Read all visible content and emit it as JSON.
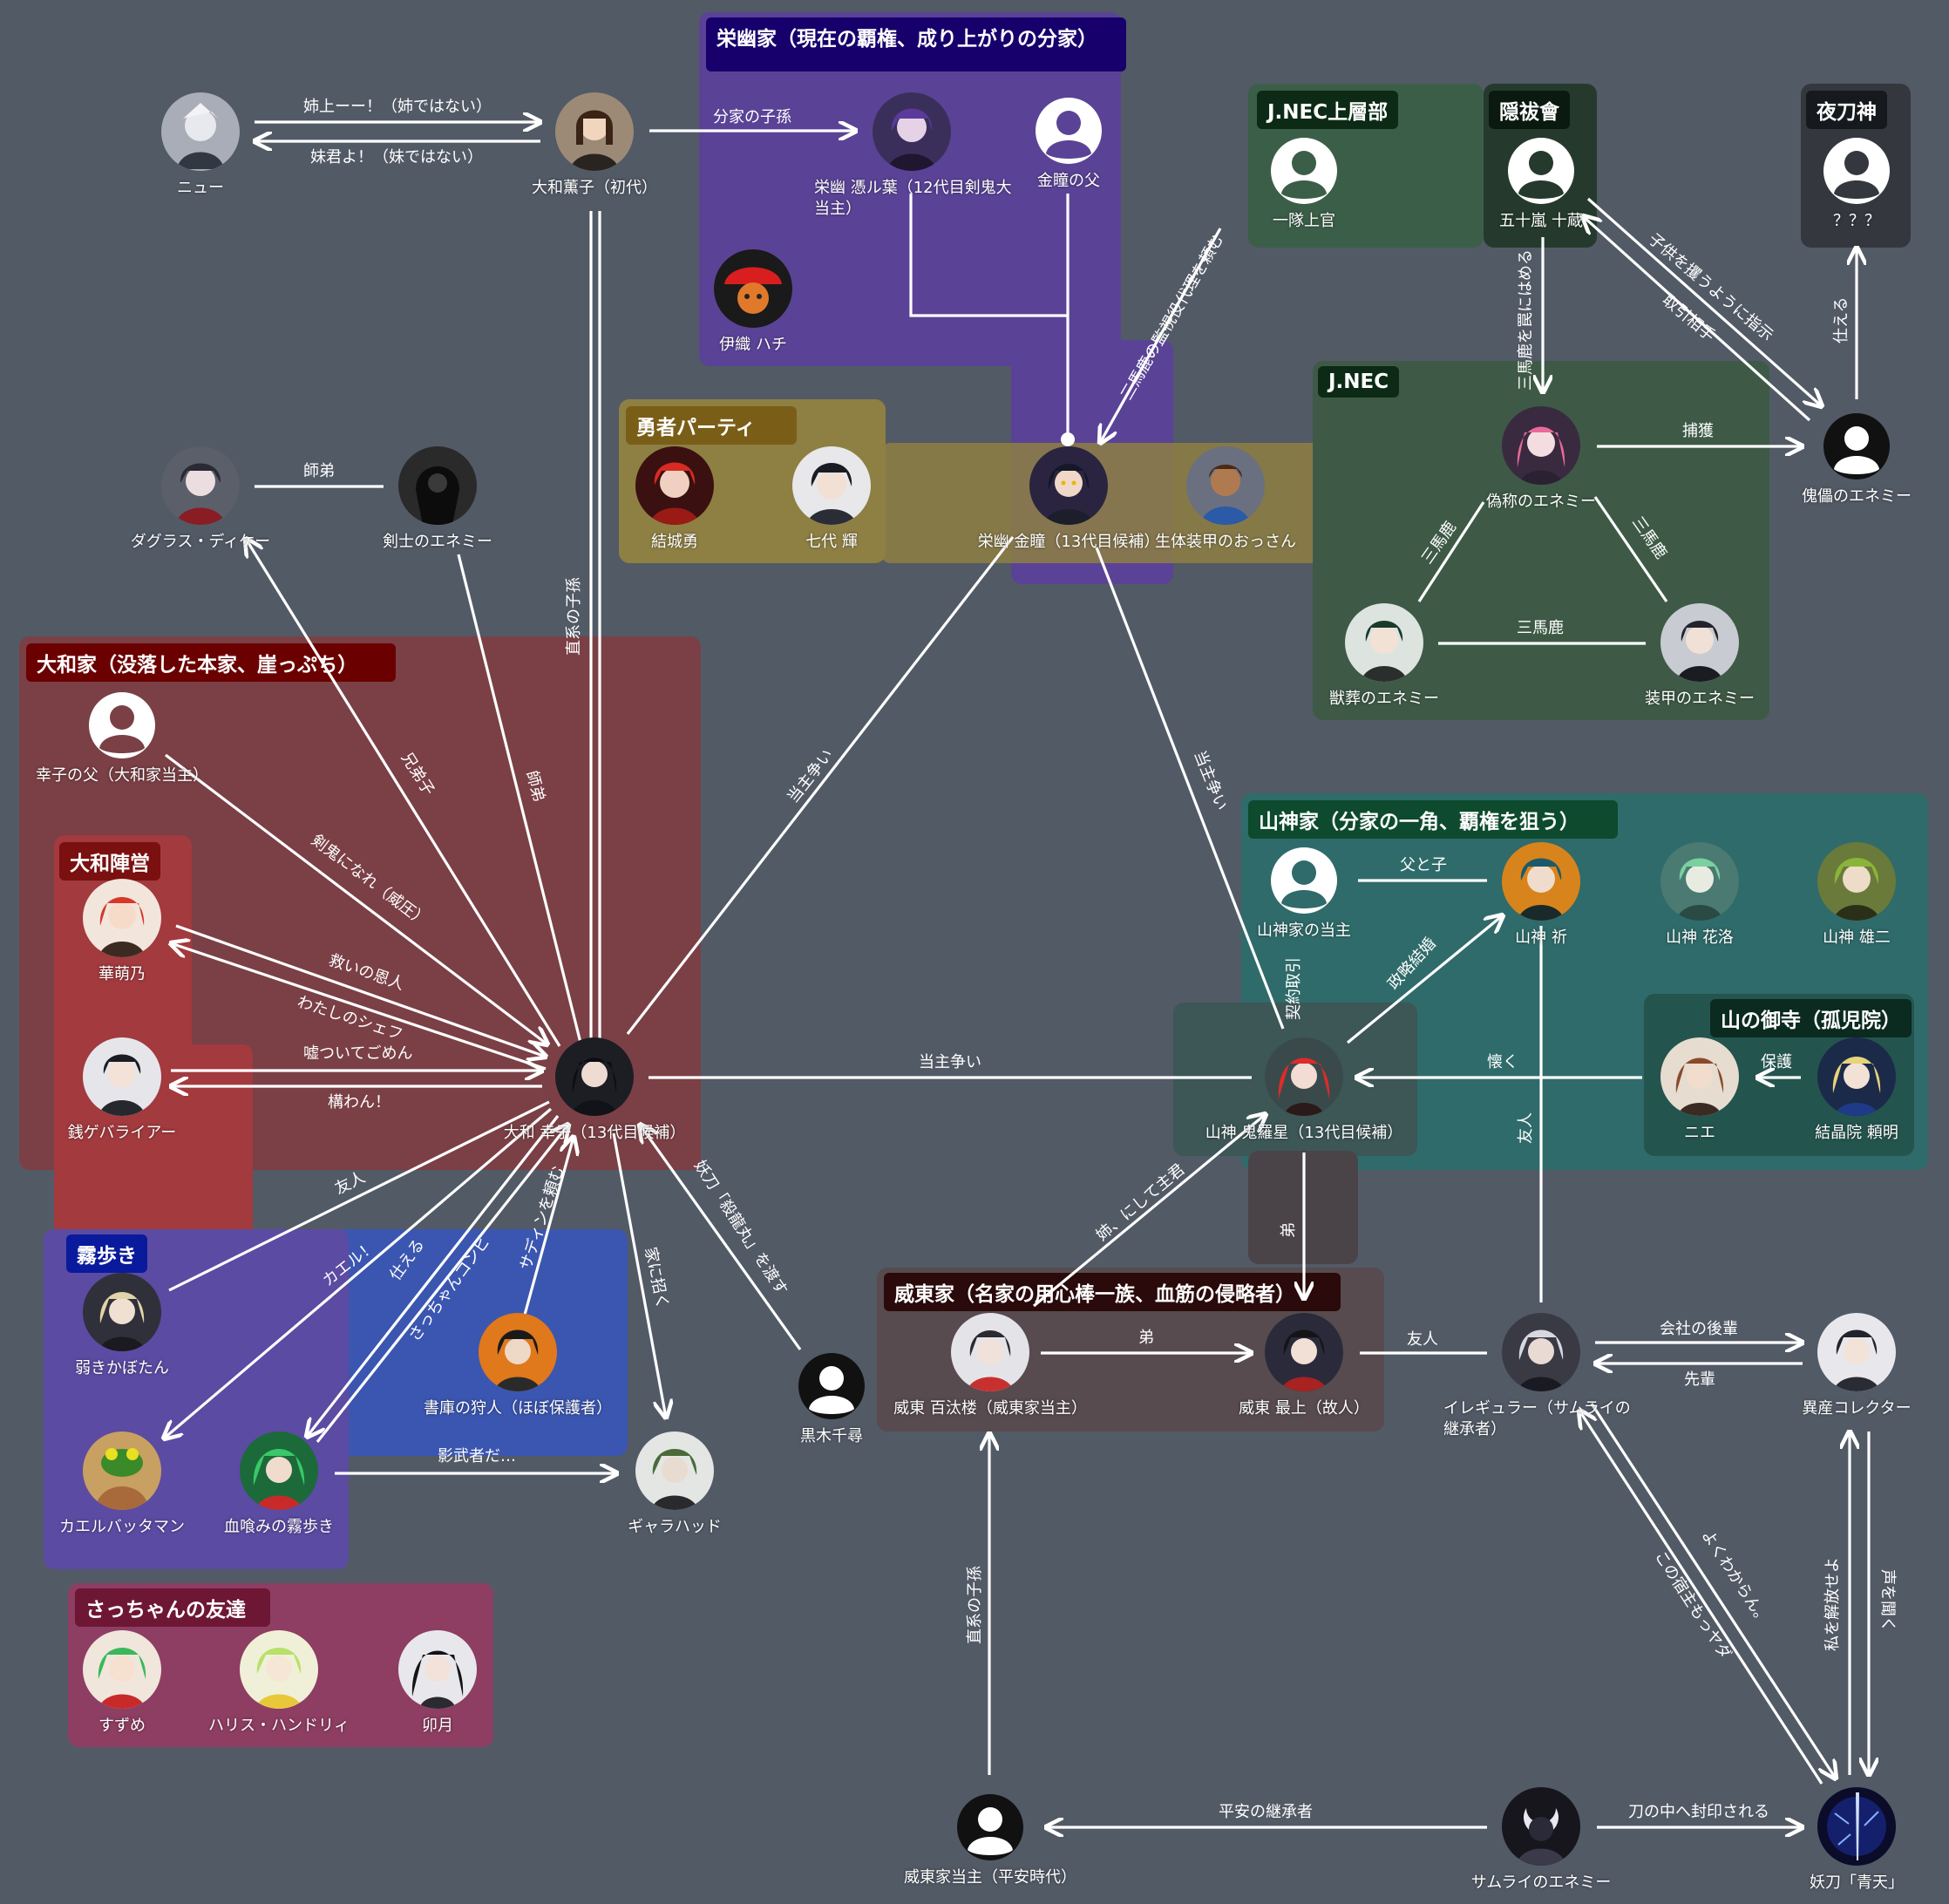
{
  "groups": {
    "eiyu": {
      "title": "栄幽家（現在の覇権、成り上がりの分家）",
      "color": "#5a4396",
      "title_bg": "#17006b"
    },
    "jnec_top": {
      "title": "J.NEC上層部",
      "color": "#3b5e48",
      "title_bg": "#0c2a15"
    },
    "inkai": {
      "title": "隠祓會",
      "color": "#253a2c",
      "title_bg": "#0a1a10"
    },
    "yatogami": {
      "title": "夜刀神",
      "color": "#34383e",
      "title_bg": "#16191d"
    },
    "jnec": {
      "title": "J.NEC",
      "color": "#3e5a46",
      "title_bg": "#0c2a15"
    },
    "party": {
      "title": "勇者パーティ",
      "color": "#8e7f43",
      "title_bg": "#7a5e17"
    },
    "yamato": {
      "title": "大和家（没落した本家、崖っぷち）",
      "color": "#7a4046",
      "title_bg": "#6b0000"
    },
    "jinei": {
      "title": "大和陣営",
      "color": "#a23a3e",
      "title_bg": "#7a1010"
    },
    "yamagami": {
      "title": "山神家（分家の一角、覇権を狙う）",
      "color": "#2f6b6a",
      "title_bg": "#0d4a2e"
    },
    "mitera": {
      "title": "山の御寺（孤児院）",
      "color": "#24544e",
      "title_bg": "#0b2a20"
    },
    "kiriaruki": {
      "title": "霧歩き",
      "color": "#5b4ba2",
      "title_bg": "#0a1a9c"
    },
    "itou": {
      "title": "威東家（名家の用心棒一族、血筋の侵略者）",
      "color": "#574b4f",
      "title_bg": "#2a0a0a"
    },
    "sacchan": {
      "title": "さっちゃんの友達",
      "color": "#8d3e62",
      "title_bg": "#6e1734"
    }
  },
  "nodes": {
    "new": "ニュー",
    "kaoruko": "大和薫子（初代）",
    "hyoruha": "栄幽 憑ル葉（12代目剣鬼大当主）",
    "kindou_father": "金瞳の父",
    "iori": "伊織 ハチ",
    "ittai": "一隊上官",
    "isoarashi": "五十嵐 十蔵",
    "unknown": "？？？",
    "douglas": "ダグラス・ディケー",
    "kenshi": "剣士のエネミー",
    "yuki_yuu": "結城勇",
    "nanadai": "七代 輝",
    "kindou": "栄幽 金瞳（13代目候補）",
    "ossan": "生体装甲のおっさん",
    "gishou": "偽称のエネミー",
    "kairai": "傀儡のエネミー",
    "juusou": "獣葬のエネミー",
    "soukou": "装甲のエネミー",
    "sachiko_father": "幸子の父（大和家当主）",
    "kahouno": "華萌乃",
    "zenige": "銭ゲバライアー",
    "sachiko": "大和 幸子（13代目候補）",
    "yamagami_head": "山神家の当主",
    "inori": "山神 祈",
    "karaku": "山神 花洛",
    "yuuji": "山神 雄二",
    "kiraboshi": "山神 鬼羅星（13代目候補）",
    "nie": "ニエ",
    "raimei": "結晶院 頼明",
    "yowaki": "弱きかぼたん",
    "shoko": "書庫の狩人（ほぼ保護者）",
    "kuroki": "黒木千尋",
    "kaeru": "カエルバッタマン",
    "chikurai": "血喰みの霧歩き",
    "gyarahad": "ギャラハッド",
    "hyakutaro": "威東 百汰楼（威東家当主）",
    "mogami": "威東 最上（故人）",
    "irregular": "イレギュラー（サムライの継承者）",
    "isan": "異産コレクター",
    "suzume": "すずめ",
    "harris": "ハリス・ハンドリィ",
    "uzuki": "卯月",
    "itou_heian": "威東家当主（平安時代）",
    "samurai": "サムライのエネミー",
    "seiten": "妖刀「青天」"
  },
  "edges": {
    "e1": "姉上ーー！（姉ではない）",
    "e2": "妹君よ！（妹ではない）",
    "e3": "分家の子孫",
    "e4": "師弟",
    "e5": "直系の子孫",
    "e6": "三馬鹿の監視役代理を頼む",
    "e7": "三馬鹿を罠にはめる",
    "e8": "子供を攫うように指示",
    "e9": "取引相手",
    "e10": "仕える",
    "e11": "捕獲",
    "e12": "三馬鹿",
    "e13": "三馬鹿",
    "e14": "三馬鹿",
    "e15": "兄弟子",
    "e16": "師弟",
    "e17": "剣鬼になれ（威圧）",
    "e18": "救いの恩人",
    "e19": "わたしのシェフ",
    "e20": "嘘ついてごめん",
    "e21": "構わん！",
    "e22": "当主争い",
    "e23": "当主争い",
    "e24": "当主争い",
    "e25": "父と子",
    "e26": "政略結婚",
    "e27": "契約取引",
    "e28": "懐く",
    "e29": "保護",
    "e30": "友人",
    "e31": "友人",
    "e32": "カエル！",
    "e33": "仕える",
    "e34": "さっちゃんコンビ",
    "e35": "サディンを頼む",
    "e36": "家に招く",
    "e37": "妖刀「殺龍丸」を渡す",
    "e38": "姉、にして主君",
    "e39": "弟",
    "e40": "弟",
    "e41": "友人",
    "e42": "会社の後輩",
    "e43": "先輩",
    "e44": "影武者だ…",
    "e45": "直系の子孫",
    "e46": "平安の継承者",
    "e47": "刀の中へ封印される",
    "e48": "この宿主もっヤダ",
    "e49": "よくわからん。",
    "e50": "私を解放せよ",
    "e51": "声を聞く"
  }
}
